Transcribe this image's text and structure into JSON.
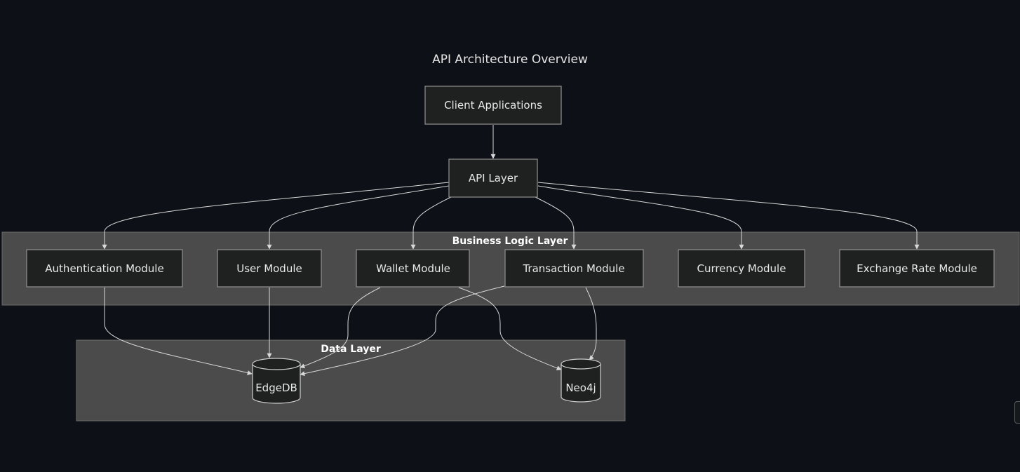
{
  "diagram": {
    "title": "API Architecture Overview",
    "clusters": {
      "business": "Business Logic Layer",
      "data": "Data Layer"
    },
    "nodes": {
      "client": "Client Applications",
      "api": "API Layer",
      "auth": "Authentication Module",
      "user": "User Module",
      "wallet": "Wallet Module",
      "transaction": "Transaction Module",
      "currency": "Currency Module",
      "exchange": "Exchange Rate Module",
      "edgedb": "EdgeDB",
      "neo4j": "Neo4j"
    },
    "edges": [
      {
        "from": "client",
        "to": "api"
      },
      {
        "from": "api",
        "to": "auth"
      },
      {
        "from": "api",
        "to": "user"
      },
      {
        "from": "api",
        "to": "wallet"
      },
      {
        "from": "api",
        "to": "transaction"
      },
      {
        "from": "api",
        "to": "currency"
      },
      {
        "from": "api",
        "to": "exchange"
      },
      {
        "from": "auth",
        "to": "edgedb"
      },
      {
        "from": "user",
        "to": "edgedb"
      },
      {
        "from": "wallet",
        "to": "edgedb"
      },
      {
        "from": "wallet",
        "to": "neo4j"
      },
      {
        "from": "transaction",
        "to": "edgedb"
      },
      {
        "from": "transaction",
        "to": "neo4j"
      }
    ]
  }
}
